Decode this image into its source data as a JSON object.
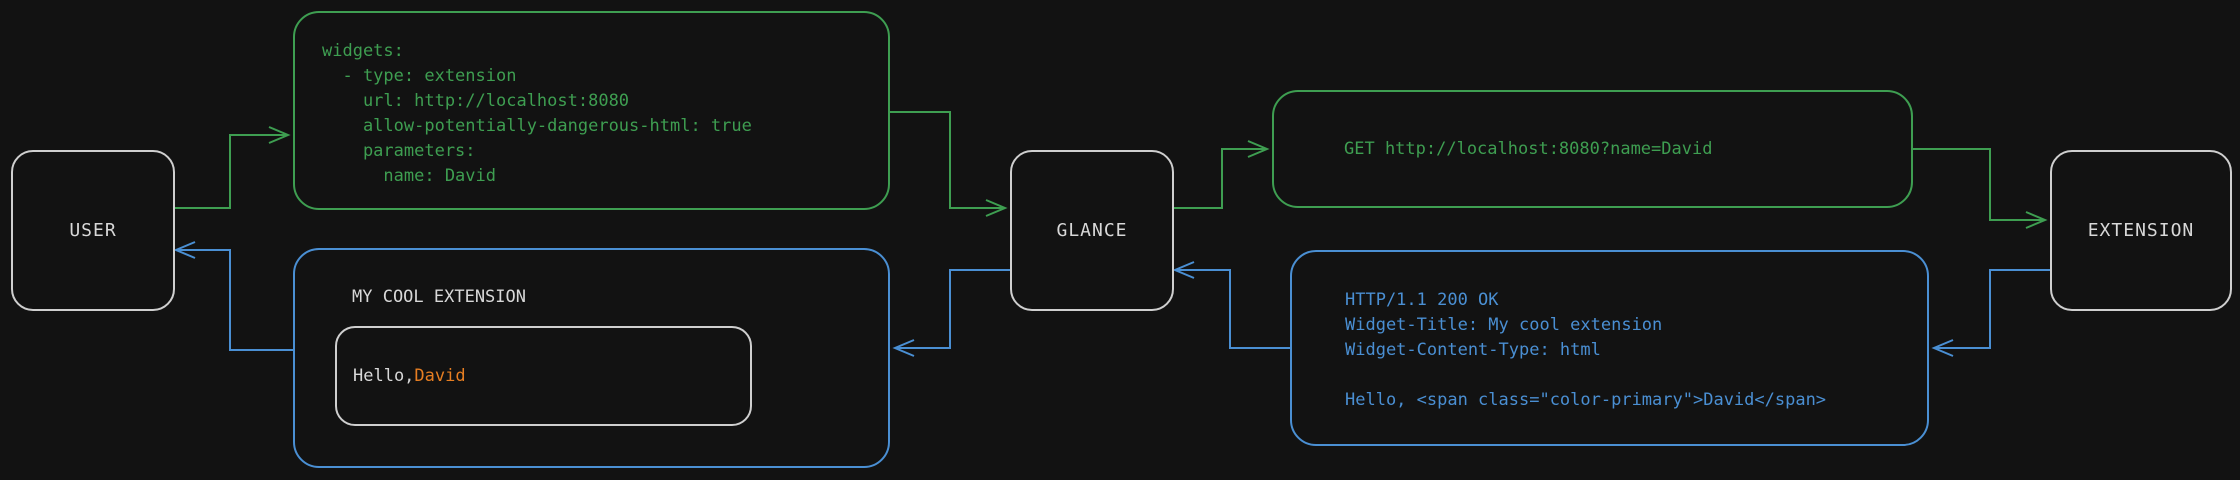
{
  "colors": {
    "request-green": "#3e9e51",
    "response-blue": "#4a8fd3",
    "primary-orange": "#e67e22",
    "box-gray": "#cfcfcf",
    "text-light": "#d8d8d8"
  },
  "nodes": {
    "user": {
      "label": "USER"
    },
    "glance": {
      "label": "GLANCE"
    },
    "extension": {
      "label": "EXTENSION"
    }
  },
  "config_box": {
    "code": "widgets:\n  - type: extension\n    url: http://localhost:8080\n    allow-potentially-dangerous-html: true\n    parameters:\n      name: David"
  },
  "request_box": {
    "text": "GET http://localhost:8080?name=David"
  },
  "response_box": {
    "code": "HTTP/1.1 200 OK\nWidget-Title: My cool extension\nWidget-Content-Type: html\n\nHello, <span class=\"color-primary\">David</span>"
  },
  "widget_box": {
    "title": "MY COOL EXTENSION",
    "greeting_prefix": "Hello, ",
    "greeting_name": "David"
  }
}
